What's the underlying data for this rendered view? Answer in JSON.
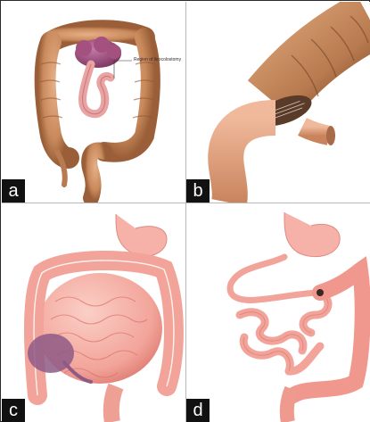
{
  "panels": {
    "a": {
      "label": "a",
      "callout": "Region of ileocolostomy"
    },
    "b": {
      "label": "b"
    },
    "c": {
      "label": "c"
    },
    "d": {
      "label": "d"
    }
  },
  "colors": {
    "colon_brown": "#c98a5c",
    "colon_shadow": "#9a5f38",
    "ileum_purple": "#9c4a7a",
    "intestine_pink": "#f2a49a",
    "intestine_dark": "#d9736a",
    "tumor_purple": "#8e5a86",
    "stomach_pink": "#f6b2a8"
  }
}
